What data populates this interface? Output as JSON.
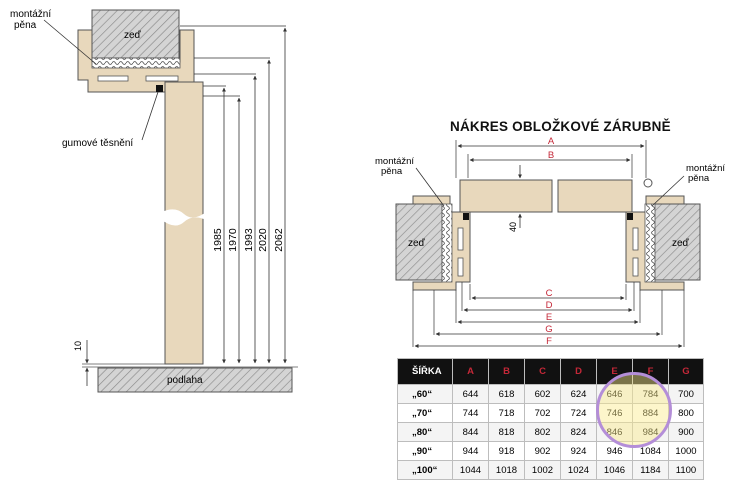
{
  "side_view": {
    "foam_label": [
      "montážní",
      "pěna"
    ],
    "wall_label": "zeď",
    "gasket_label": "gumové těsnění",
    "floor_label": "podlaha",
    "floor_gap": "10",
    "heights": [
      "1985",
      "1970",
      "1993",
      "2020",
      "2062"
    ]
  },
  "plan_view": {
    "title": "NÁKRES OBLOŽKOVÉ ZÁRUBNĚ",
    "foam_label_left": [
      "montážní",
      "pěna"
    ],
    "foam_label_right": [
      "montážní",
      "pěna"
    ],
    "wall_label_left": "zeď",
    "wall_label_right": "zeď",
    "door_thickness": "40",
    "dim_letters": [
      "A",
      "B",
      "C",
      "D",
      "E",
      "G",
      "F"
    ]
  },
  "table": {
    "headers": [
      "ŠÍŘKA",
      "A",
      "B",
      "C",
      "D",
      "E",
      "F",
      "G"
    ],
    "rows": [
      [
        "„60“",
        "644",
        "618",
        "602",
        "624",
        "646",
        "784",
        "700"
      ],
      [
        "„70“",
        "744",
        "718",
        "702",
        "724",
        "746",
        "884",
        "800"
      ],
      [
        "„80“",
        "844",
        "818",
        "802",
        "824",
        "846",
        "984",
        "900"
      ],
      [
        "„90“",
        "944",
        "918",
        "902",
        "924",
        "946",
        "1084",
        "1000"
      ],
      [
        "„100“",
        "1044",
        "1018",
        "1002",
        "1024",
        "1046",
        "1184",
        "1100"
      ]
    ]
  },
  "colors": {
    "wood": "#e8d8bc",
    "wall_fill": "#d2d2d2",
    "letter_red": "#c42838",
    "highlight": "#b48ed8"
  }
}
